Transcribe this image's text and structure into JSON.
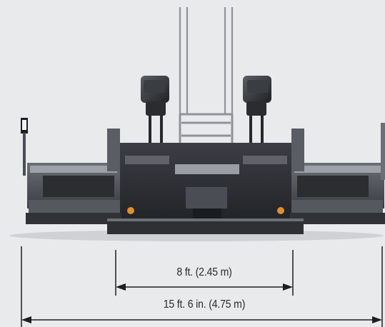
{
  "diagram": {
    "subject": "paver screed rear view",
    "colors": {
      "background": "#e9eaec",
      "machine_dark": "#2b2d31",
      "machine_mid": "#4a4d53",
      "machine_light": "#8b8f95",
      "indicator_lamp": "#e0902a",
      "dimension_line": "#1e1e1e"
    },
    "dimensions": {
      "inner": {
        "label": "8 ft. (2.45 m)"
      },
      "outer": {
        "label": "15 ft. 6 in. (4.75 m)"
      }
    }
  }
}
